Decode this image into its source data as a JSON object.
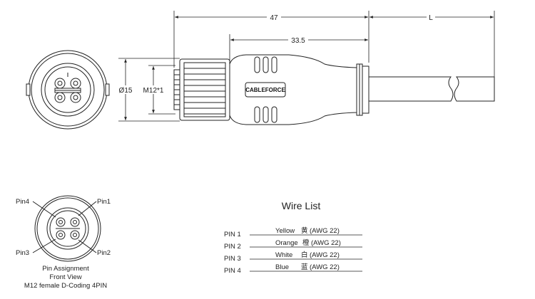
{
  "dimensions": {
    "overall_length": "47",
    "cable_length": "L",
    "body_length": "33.5",
    "diameter": "Ø15",
    "thread": "M12*1"
  },
  "brand": "CABLEFORCE",
  "pin_diagram": {
    "labels": [
      "Pin4",
      "Pin1",
      "Pin3",
      "Pin2"
    ],
    "caption": [
      "Pin Assignment",
      "Front View",
      "M12 female D-Coding 4PIN"
    ]
  },
  "wire_list": {
    "title": "Wire List",
    "rows": [
      {
        "pin": "PIN 1",
        "wire": "Yellow",
        "cn": "黄",
        "awg": "(AWG 22)"
      },
      {
        "pin": "PIN 2",
        "wire": "Orange",
        "cn": "橙",
        "awg": "(AWG 22)"
      },
      {
        "pin": "PIN 3",
        "wire": "White",
        "cn": "白",
        "awg": "(AWG 22)"
      },
      {
        "pin": "PIN 4",
        "wire": "Blue",
        "cn": "蓝",
        "awg": "(AWG 22)"
      }
    ]
  }
}
